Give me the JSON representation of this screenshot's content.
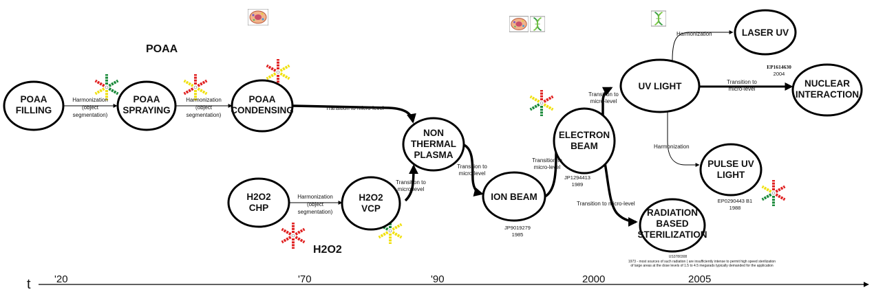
{
  "nodes": {
    "poaa_filling": [
      "POAA",
      "FILLING"
    ],
    "poaa_spraying": [
      "POAA",
      "SPRAYING"
    ],
    "poaa_condensing": [
      "POAA",
      "CONDENSING"
    ],
    "ntp": [
      "NON",
      "THERMAL",
      "PLASMA"
    ],
    "h2o2_chp": [
      "H2O2",
      "CHP"
    ],
    "h2o2_vcp": [
      "H2O2",
      "VCP"
    ],
    "ion_beam": [
      "ION BEAM"
    ],
    "electron_beam": [
      "ELECTRON",
      "BEAM"
    ],
    "uv_light": [
      "UV LIGHT"
    ],
    "laser_uv": [
      "LASER UV"
    ],
    "nuclear": [
      "NUCLEAR",
      "INTERACTION"
    ],
    "pulse_uv": [
      "PULSE UV",
      "LIGHT"
    ],
    "radiation": [
      "RADIATION",
      "BASED",
      "STERILIZATION"
    ]
  },
  "edge_labels": {
    "harm_object_1": [
      "Harmonization",
      "(object",
      "segmentation)"
    ],
    "harm_object_2": [
      "Harmonization",
      "(object",
      "segmentation)"
    ],
    "harm_object_3": [
      "Harmonization",
      "(object",
      "segmentation)"
    ],
    "micro_condensing": "Transition to micro-level",
    "micro_vcp": [
      "Transition to",
      "micro-level"
    ],
    "micro_ntp": [
      "Transition to",
      "micro-level"
    ],
    "micro_ion": [
      "Transition to",
      "micro-level"
    ],
    "micro_electron_uv": [
      "Transition to",
      "micro-level"
    ],
    "micro_electron_rad": "Transition to micro-level",
    "micro_uv_nuclear": [
      "Transition to",
      "micro-level"
    ],
    "harm_uv_laser": "Harmonization",
    "harm_uv_pulse": "Harmonization"
  },
  "groups": {
    "poaa": "POAA",
    "h2o2": "H2O2"
  },
  "patents": {
    "ion_beam": [
      "JP9019279",
      "1985"
    ],
    "electron_beam": [
      "JP1294413",
      "1989"
    ],
    "pulse_uv": [
      "EP0290443 B1",
      "1988"
    ],
    "laser_uv": [
      "EP1614630",
      "2004"
    ],
    "radiation_id": "US3780308",
    "radiation_note": [
      "1973 - most sources of such radiation ( are insufficiently intense to permit high speed sterilization",
      "of large areas at the dose levels of 1.5 to 4.5 megarads typically demanded for the application"
    ]
  },
  "timeline": {
    "axis_symbol": "t",
    "years": [
      "'20",
      "'70",
      "'90",
      "2000",
      "2005"
    ]
  },
  "colors": {
    "node_stroke": "#000000",
    "red": "#e02020",
    "yellow": "#f0e010",
    "green": "#1a8a3a"
  },
  "icons": {
    "cell": "cell-image-icon",
    "dna": "dna-helix-icon",
    "star": "resource-star-icon"
  }
}
